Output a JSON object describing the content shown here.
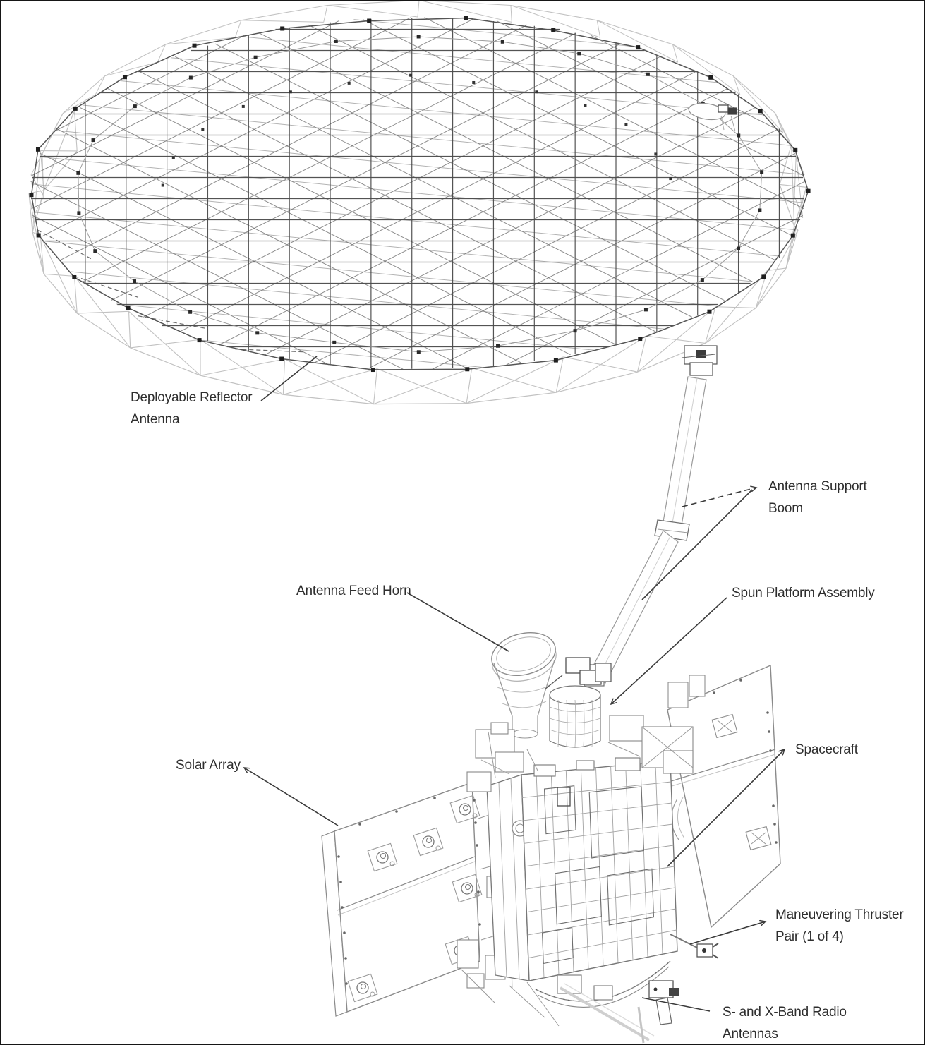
{
  "figure": {
    "type": "satellite-technical-line-diagram",
    "labels": [
      {
        "id": "deployable-reflector-antenna",
        "lines": [
          "Deployable Reflector",
          "Antenna"
        ]
      },
      {
        "id": "antenna-support-boom",
        "lines": [
          "Antenna Support",
          "Boom"
        ]
      },
      {
        "id": "antenna-feed-horn",
        "lines": [
          "Antenna Feed Horn"
        ]
      },
      {
        "id": "spun-platform-assembly",
        "lines": [
          "Spun Platform Assembly"
        ]
      },
      {
        "id": "solar-array",
        "lines": [
          "Solar Array"
        ]
      },
      {
        "id": "spacecraft",
        "lines": [
          "Spacecraft"
        ]
      },
      {
        "id": "maneuvering-thruster-pair",
        "lines": [
          "Maneuvering Thruster",
          "Pair (1 of 4)"
        ]
      },
      {
        "id": "s-and-x-band-radio-antennas",
        "lines": [
          "S- and X-Band Radio",
          "Antennas"
        ]
      }
    ],
    "colors": {
      "ink": "#2e2e2e",
      "leader": "#3a3a3a",
      "mesh_dark": "#4a4a4a",
      "mesh_diag": "#6f6f6f",
      "mesh_light": "#9a9a9a",
      "truss": "#c2c2c2",
      "rim": "#555555",
      "node": "#1f1f1f",
      "hardware": "#8a8a8a",
      "hardware_dark": "#555555",
      "grid": "#a3a3a3",
      "frame": "#161616",
      "background": "#ffffff"
    }
  }
}
